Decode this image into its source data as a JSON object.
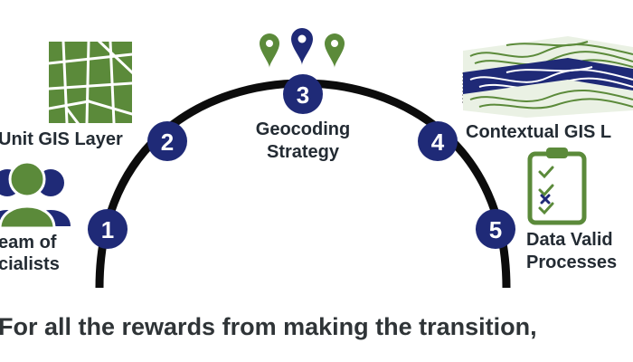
{
  "colors": {
    "navy": "#1f2a77",
    "green": "#5b8a3a",
    "arc": "#0c0c0c",
    "text": "#232b33"
  },
  "steps": [
    {
      "number": "1",
      "label_lines": [
        "eam of",
        "cialists"
      ],
      "icon": "team-icon"
    },
    {
      "number": "2",
      "label_lines": [
        "Unit GIS Layer"
      ],
      "icon": "street-map-icon"
    },
    {
      "number": "3",
      "label_lines": [
        "Geocoding",
        "Strategy"
      ],
      "icon": "map-pins-icon"
    },
    {
      "number": "4",
      "label_lines": [
        "Contextual GIS L"
      ],
      "icon": "layered-map-icon"
    },
    {
      "number": "5",
      "label_lines": [
        "Data Valid",
        "Processes"
      ],
      "icon": "clipboard-checklist-icon"
    }
  ],
  "bottom_text": "For all the rewards from making the transition,"
}
